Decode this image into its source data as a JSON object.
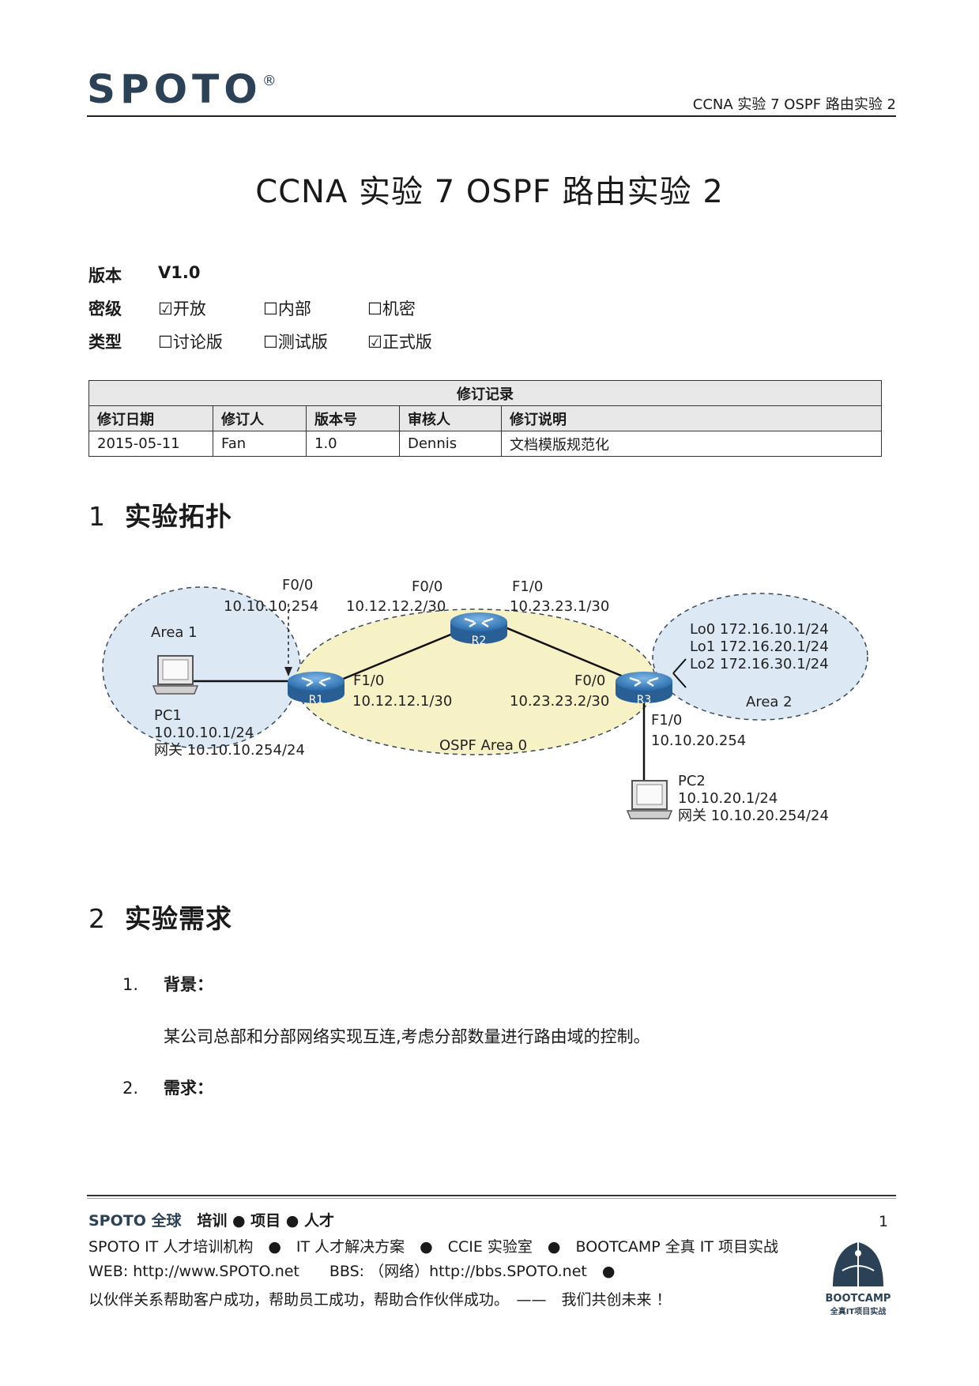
{
  "header": {
    "logo": "SPOTO",
    "logo_mark": "®",
    "doc_ref": "CCNA 实验 7 OSPF 路由实验 2"
  },
  "title": "CCNA 实验 7 OSPF 路由实验 2",
  "meta": {
    "version_label": "版本",
    "version_value": "V1.0",
    "secret_label": "密级",
    "secret_opt1": "☑开放",
    "secret_opt2": "☐内部",
    "secret_opt3": "☐机密",
    "type_label": "类型",
    "type_opt1": "☐讨论版",
    "type_opt2": "☐测试版",
    "type_opt3": "☑正式版"
  },
  "revision": {
    "caption": "修订记录",
    "headers": [
      "修订日期",
      "修订人",
      "版本号",
      "审核人",
      "修订说明"
    ],
    "rows": [
      [
        "2015-05-11",
        "Fan",
        "1.0",
        "Dennis",
        "文档模版规范化"
      ]
    ]
  },
  "section1": {
    "num": "1",
    "title": "实验拓扑"
  },
  "topology": {
    "area1": "Area 1",
    "area0": "OSPF Area 0",
    "area2": "Area 2",
    "r1": "R1",
    "r2": "R2",
    "r3": "R3",
    "r1_f00_if": "F0/0",
    "r1_f00_ip": "10.10.10.254",
    "r2_f00_if": "F0/0",
    "r2_f00_ip": "10.12.12.2/30",
    "r2_f10_if": "F1/0",
    "r2_f10_ip": "10.23.23.1/30",
    "r1_f10_if": "F1/0",
    "r1_f10_ip": "10.12.12.1/30",
    "r3_f00_if": "F0/0",
    "r3_f00_ip": "10.23.23.2/30",
    "r3_f10_if": "F1/0",
    "r3_f10_ip": "10.10.20.254",
    "lo0": "Lo0 172.16.10.1/24",
    "lo1": "Lo1 172.16.20.1/24",
    "lo2": "Lo2 172.16.30.1/24",
    "pc1_name": "PC1",
    "pc1_ip": "10.10.10.1/24",
    "pc1_gw": "网关 10.10.10.254/24",
    "pc2_name": "PC2",
    "pc2_ip": "10.10.20.1/24",
    "pc2_gw": "网关 10.10.20.254/24"
  },
  "section2": {
    "num": "2",
    "title": "实验需求"
  },
  "items": [
    {
      "num": "1.",
      "title": "背景：",
      "text": "某公司总部和分部网络实现互连,考虑分部数量进行路由域的控制。"
    },
    {
      "num": "2.",
      "title": "需求："
    }
  ],
  "footer": {
    "line1_brand": "SPOTO 全球",
    "line1_rest": "培训 ● 项目 ● 人才",
    "line2": "SPOTO IT 人才培训机构　●　IT 人才解决方案　●　CCIE 实验室　●　BOOTCAMP  全真 IT 项目实战",
    "line3": "WEB: http://www.SPOTO.net　　BBS: （网络）http://bbs.SPOTO.net　●",
    "line4": "以伙伴关系帮助客户成功，帮助员工成功，帮助合作伙伴成功。　——　我们共创未来 ！",
    "page": "1",
    "bootcamp_name": "BOOTCAMP",
    "bootcamp_sub": "全真IT项目实战"
  },
  "colors": {
    "brand": "#2b4256",
    "area_fill": "#dce9f5",
    "area0_fill": "#f7f1c6",
    "router": "#3d86c6"
  }
}
